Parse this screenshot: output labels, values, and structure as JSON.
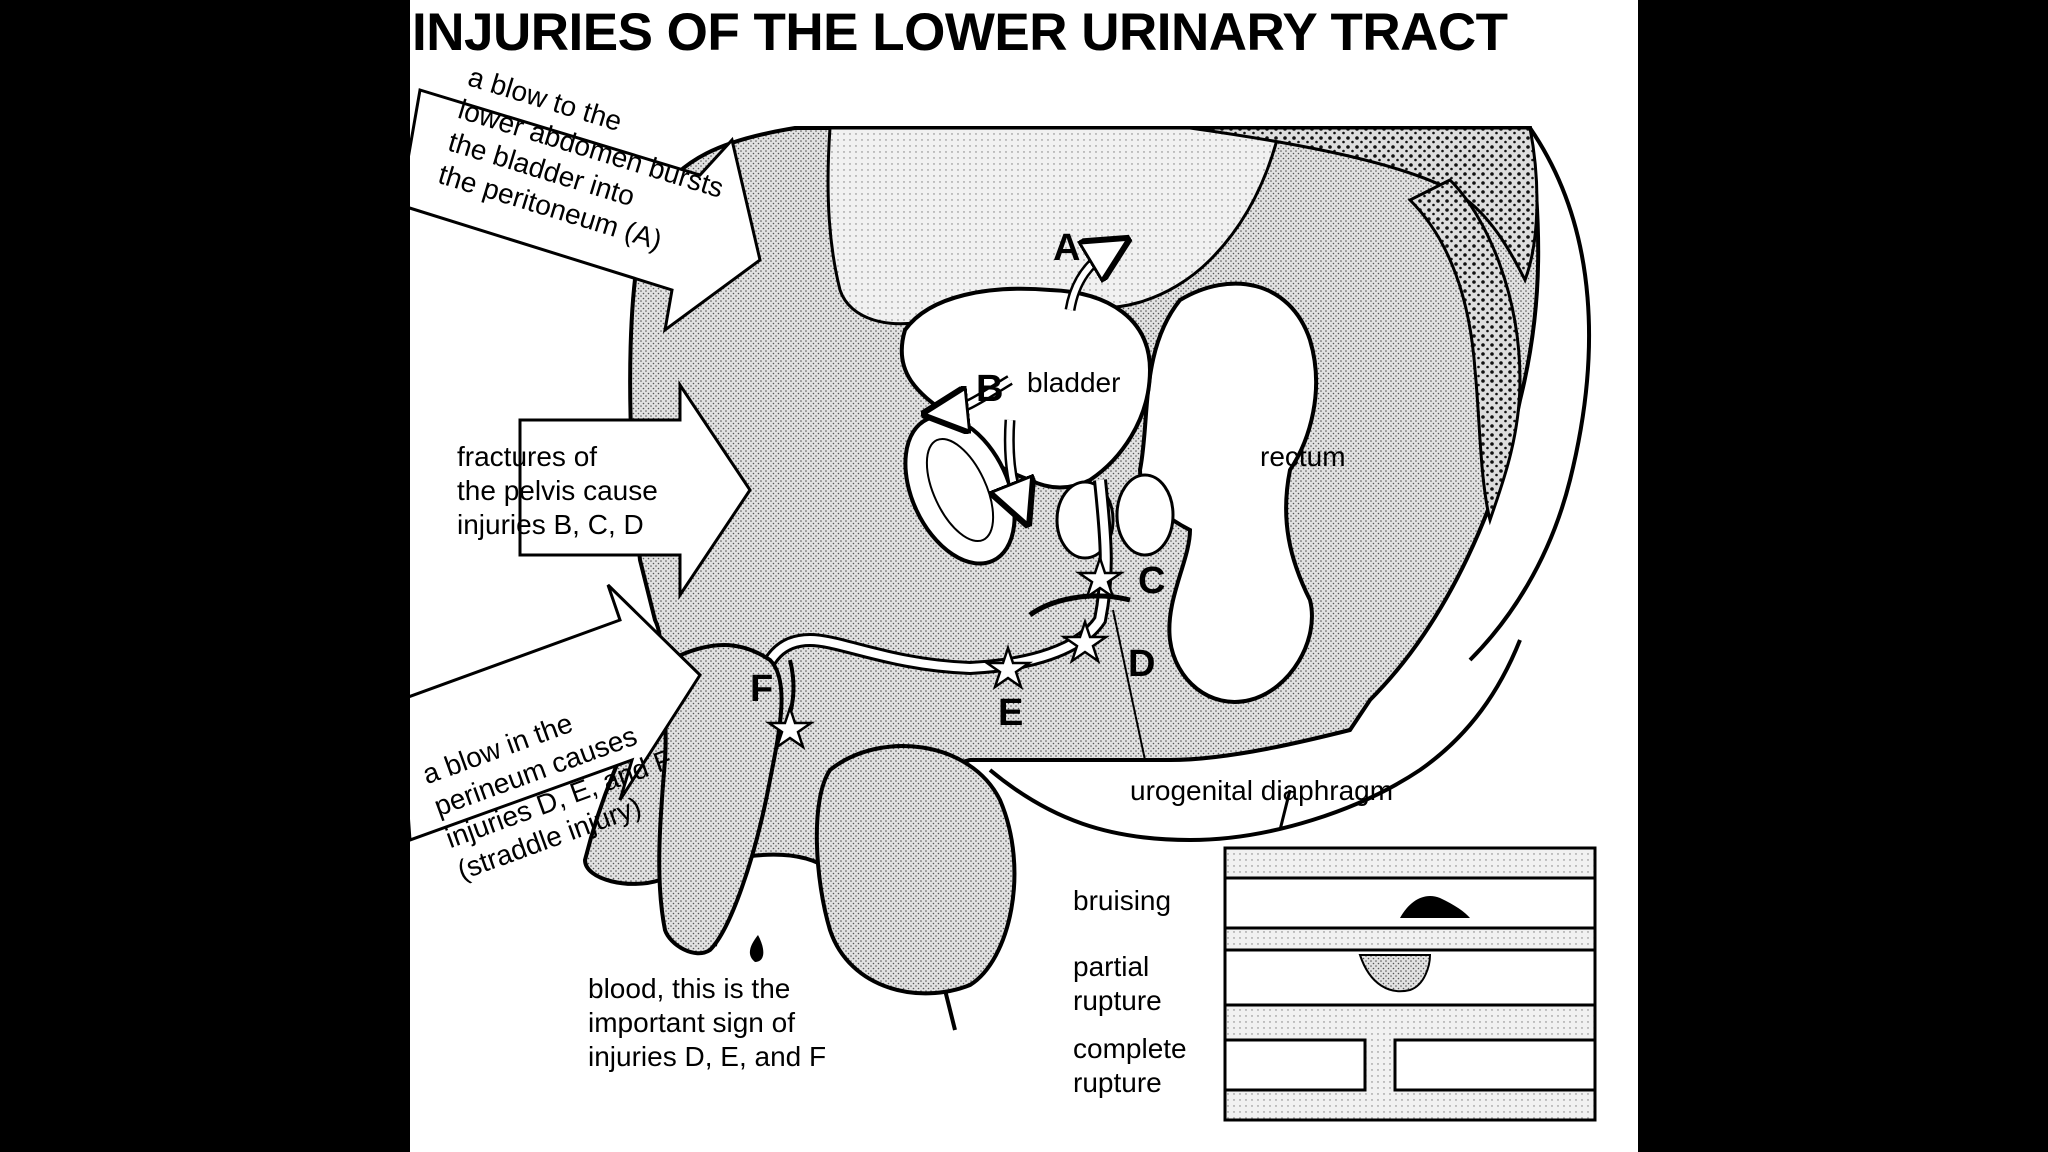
{
  "title": "INJURIES OF THE LOWER URINARY TRACT",
  "arrows": {
    "top": {
      "lines": [
        "a blow to the",
        "lower abdomen bursts",
        "the bladder into",
        "the peritoneum  (A)"
      ]
    },
    "middle": {
      "lines": [
        "fractures of",
        "the pelvis cause",
        "injuries B, C, D"
      ]
    },
    "bottom": {
      "lines": [
        "a blow in the",
        "perineum causes",
        "injuries D, E, and F",
        "(straddle injury)"
      ]
    }
  },
  "anatomy": {
    "bladder": "bladder",
    "rectum": "rectum",
    "urogenital_diaphragm": "urogenital diaphragm",
    "blood_note": [
      "blood, this is the",
      "important sign of",
      "injuries D, E, and F"
    ]
  },
  "injury_sites": [
    "A",
    "B",
    "C",
    "D",
    "E",
    "F"
  ],
  "inset": {
    "rows": [
      {
        "label": [
          "bruising"
        ]
      },
      {
        "label": [
          "partial",
          "rupture"
        ]
      },
      {
        "label": [
          "complete",
          "rupture"
        ]
      }
    ]
  }
}
